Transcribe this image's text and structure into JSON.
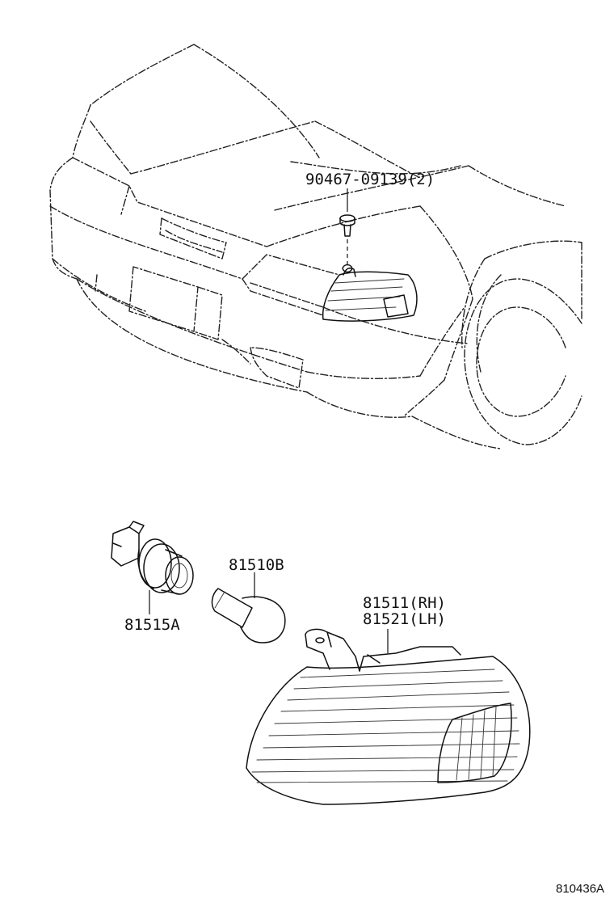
{
  "parts": [
    {
      "part_number": "90467-09139(2)"
    },
    {
      "part_number": "81510B"
    },
    {
      "part_number": "81515A"
    },
    {
      "part_number_rh": "81511(RH)",
      "part_number_lh": "81521(LH)"
    }
  ],
  "illustration_id": "810436A"
}
